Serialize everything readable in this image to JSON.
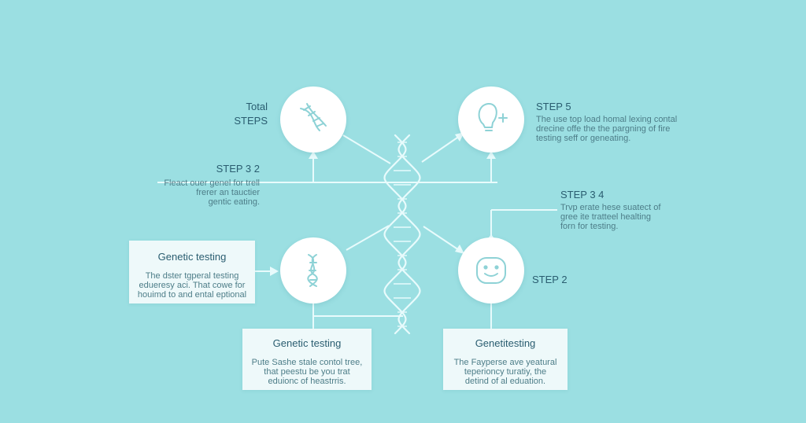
{
  "colors": {
    "background": "#9bdfe2",
    "connector": "#e8fbfc",
    "icon_stroke": "#8ed2d6",
    "title_text": "#2a5d70",
    "body_text": "#4d7d88",
    "card_fill": "#eef9fa"
  },
  "total_label": {
    "line1": "Total",
    "line2": "STEPS"
  },
  "steps": [
    {
      "title": "STEP 5",
      "desc": "The use top load homal lexing contal\ndrecine offe the the pargning of fire\ntesting seff or geneating."
    },
    {
      "title": "STEP 3 2",
      "desc": "Fleact ouer genel for trell\nfrerer an tauctier\ngentic eating."
    },
    {
      "title": "STEP 3 4",
      "desc": "Trvp erate hese suatect of\ngree ite tratteel healting\nforn for testing."
    },
    {
      "title": "STEP 2",
      "desc": ""
    }
  ],
  "cards": [
    {
      "title": "Genetic testing",
      "desc": "The dster tgperal testing\nedueresy aci. That cowe for\nhouimd to and ental eptional"
    },
    {
      "title": "Genetic testing",
      "desc": "Pute Sashe stale contol tree,\nthat peestu be you trat\neduionc of heastrris."
    },
    {
      "title": "Genetitesting",
      "desc": "The Fayperse ave yeatural\nteperioncy turatiy, the\ndetind of al eduation."
    }
  ],
  "icons": {
    "top_left": "dna-icon",
    "top_right": "lightbulb-icon",
    "bottom_left": "dna-icon",
    "bottom_right": "smiley-face-icon",
    "center": "dna-helix-icon"
  }
}
